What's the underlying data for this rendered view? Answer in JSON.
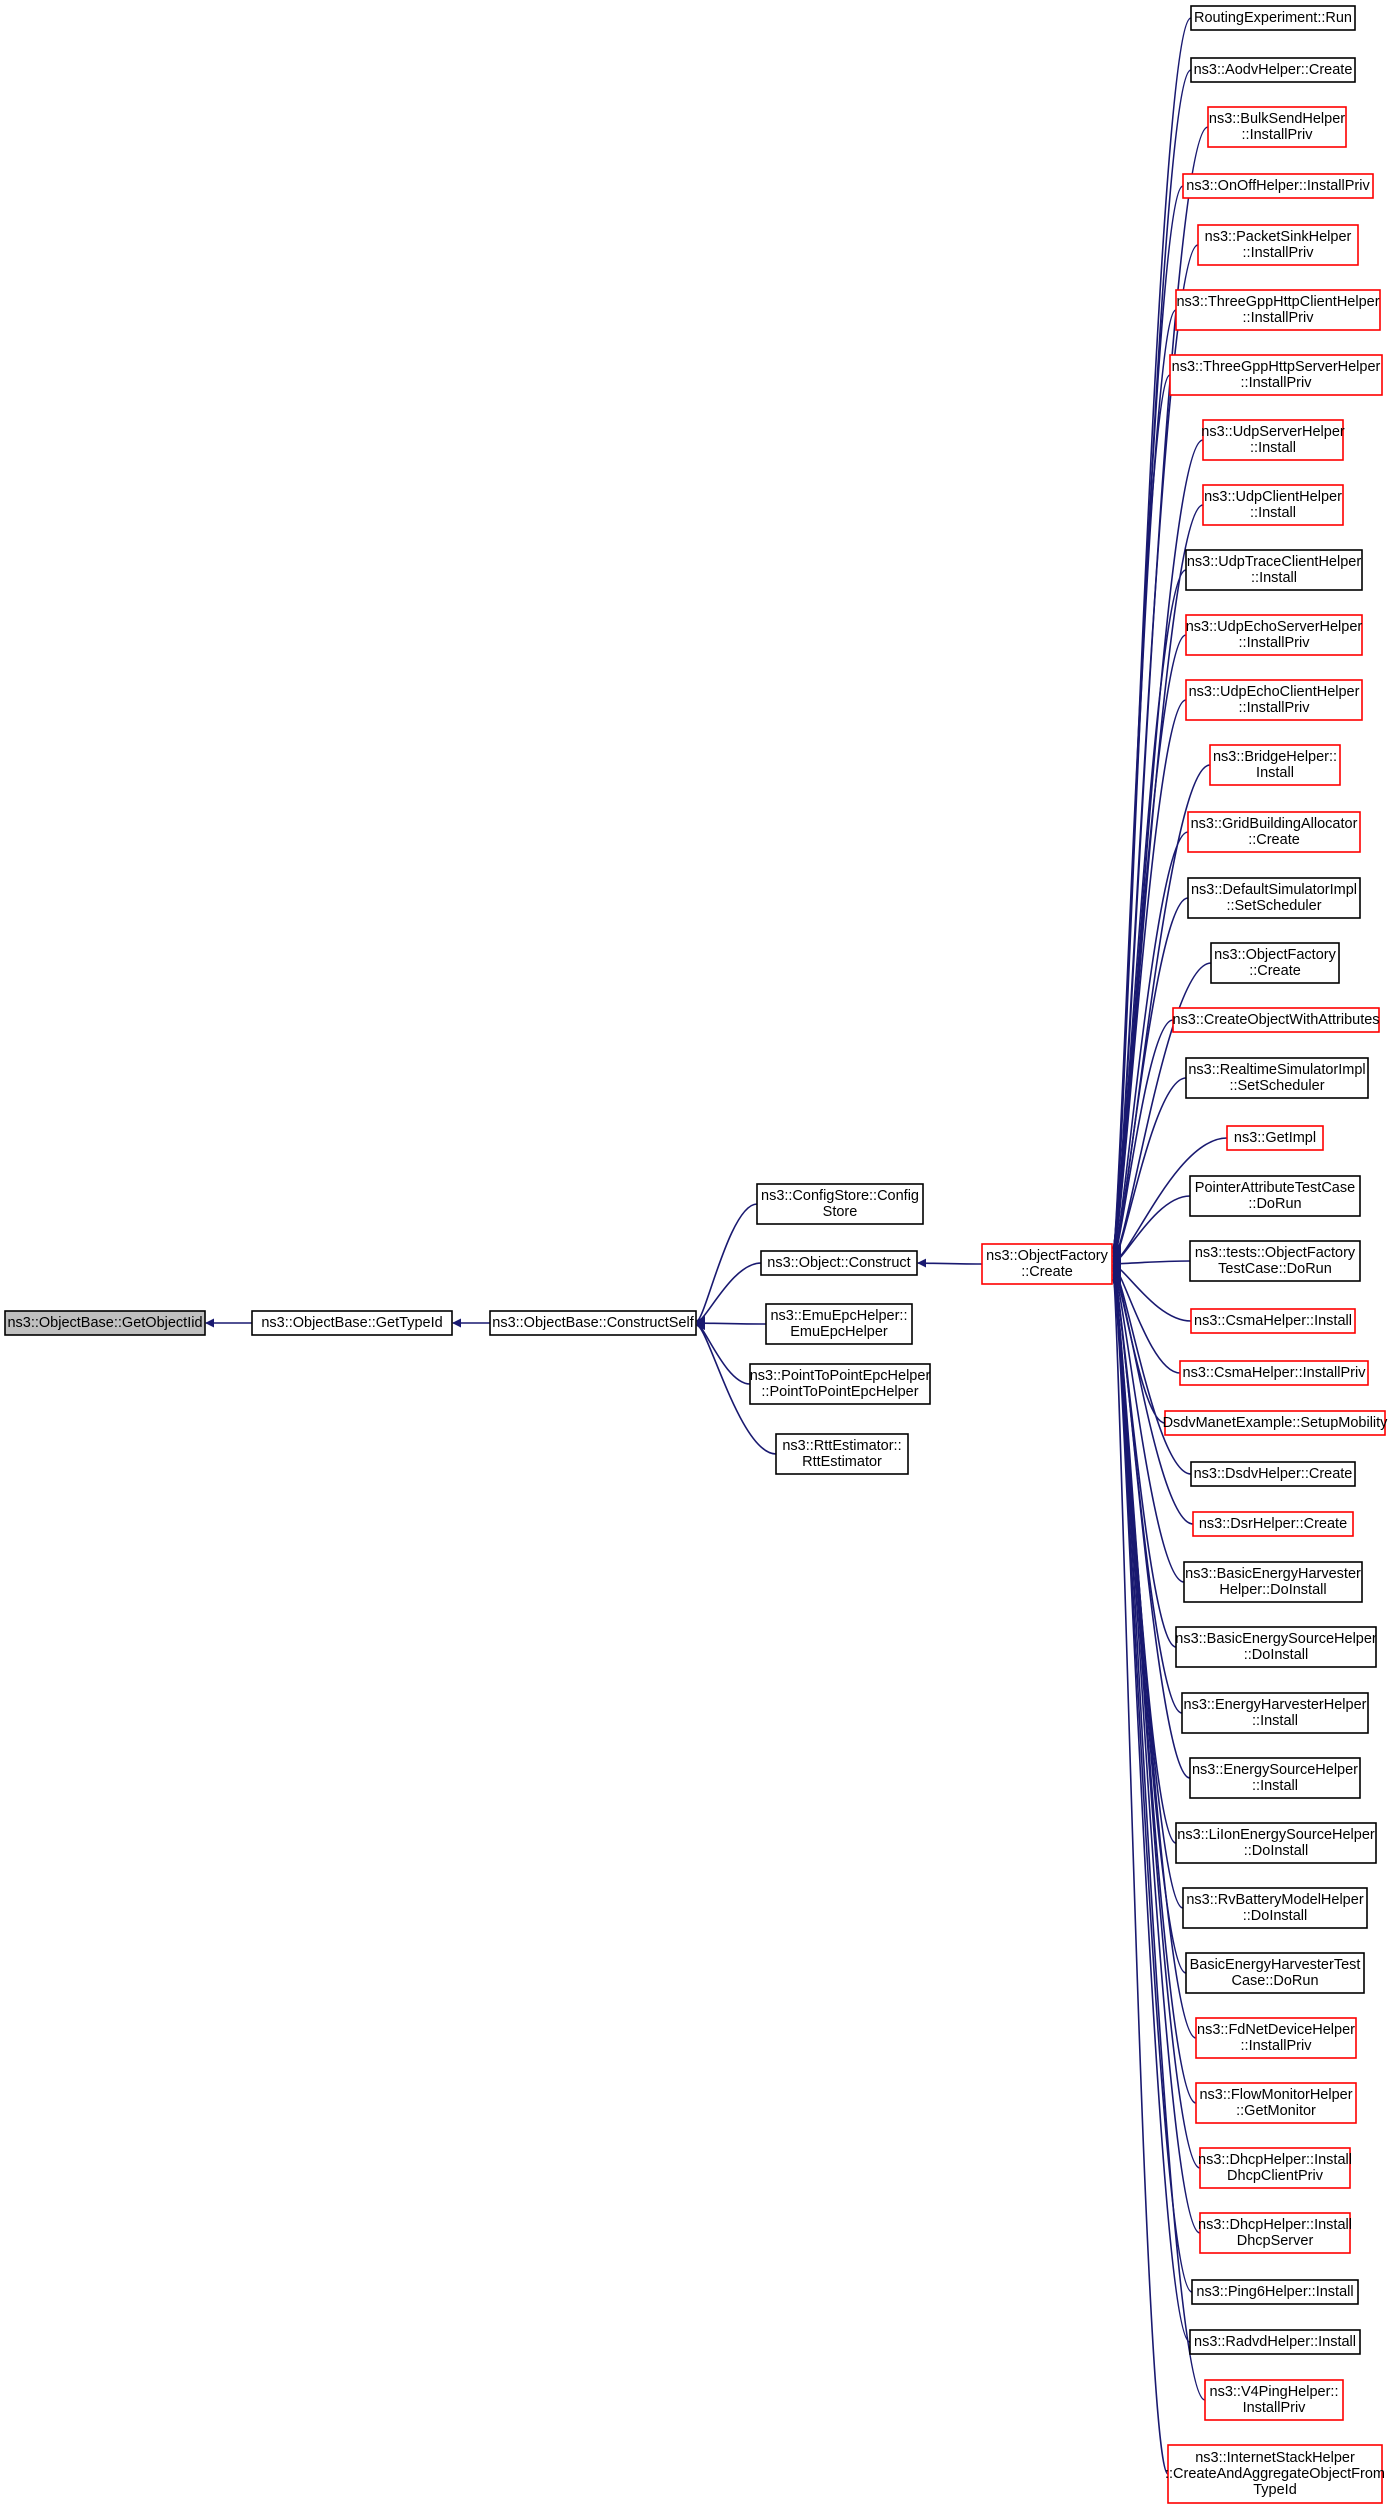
{
  "colors": {
    "edge": "#191970",
    "arrowhead": "#191970",
    "node_border_black": "#000000",
    "node_border_red": "#ff0000",
    "node_fill": "#ffffff",
    "focus_node_fill": "#bfbfbf"
  },
  "nodes": [
    {
      "id": "getobjectiid",
      "lines": [
        "ns3::ObjectBase::GetObjectIid"
      ],
      "style": "focus"
    },
    {
      "id": "gettypeid",
      "lines": [
        "ns3::ObjectBase::GetTypeId"
      ],
      "style": "black"
    },
    {
      "id": "constructself",
      "lines": [
        "ns3::ObjectBase::ConstructSelf"
      ],
      "style": "black"
    },
    {
      "id": "configstore",
      "lines": [
        "ns3::ConfigStore::Config",
        "Store"
      ],
      "style": "black"
    },
    {
      "id": "objectconstruct",
      "lines": [
        "ns3::Object::Construct"
      ],
      "style": "black"
    },
    {
      "id": "emuepc",
      "lines": [
        "ns3::EmuEpcHelper::",
        "EmuEpcHelper"
      ],
      "style": "black"
    },
    {
      "id": "p2pepc",
      "lines": [
        "ns3::PointToPointEpcHelper",
        "::PointToPointEpcHelper"
      ],
      "style": "black"
    },
    {
      "id": "rttest",
      "lines": [
        "ns3::RttEstimator::",
        "RttEstimator"
      ],
      "style": "black"
    },
    {
      "id": "ofcreate",
      "lines": [
        "ns3::ObjectFactory",
        "::Create"
      ],
      "style": "red"
    },
    {
      "id": "c0",
      "lines": [
        "RoutingExperiment::Run"
      ],
      "style": "black"
    },
    {
      "id": "c1",
      "lines": [
        "ns3::AodvHelper::Create"
      ],
      "style": "black"
    },
    {
      "id": "c2",
      "lines": [
        "ns3::BulkSendHelper",
        "::InstallPriv"
      ],
      "style": "red"
    },
    {
      "id": "c3",
      "lines": [
        "ns3::OnOffHelper::InstallPriv"
      ],
      "style": "red"
    },
    {
      "id": "c4",
      "lines": [
        "ns3::PacketSinkHelper",
        "::InstallPriv"
      ],
      "style": "red"
    },
    {
      "id": "c5",
      "lines": [
        "ns3::ThreeGppHttpClientHelper",
        "::InstallPriv"
      ],
      "style": "red"
    },
    {
      "id": "c6",
      "lines": [
        "ns3::ThreeGppHttpServerHelper",
        "::InstallPriv"
      ],
      "style": "red"
    },
    {
      "id": "c7",
      "lines": [
        "ns3::UdpServerHelper",
        "::Install"
      ],
      "style": "red"
    },
    {
      "id": "c8",
      "lines": [
        "ns3::UdpClientHelper",
        "::Install"
      ],
      "style": "red"
    },
    {
      "id": "c9",
      "lines": [
        "ns3::UdpTraceClientHelper",
        "::Install"
      ],
      "style": "black"
    },
    {
      "id": "c10",
      "lines": [
        "ns3::UdpEchoServerHelper",
        "::InstallPriv"
      ],
      "style": "red"
    },
    {
      "id": "c11",
      "lines": [
        "ns3::UdpEchoClientHelper",
        "::InstallPriv"
      ],
      "style": "red"
    },
    {
      "id": "c12",
      "lines": [
        "ns3::BridgeHelper::",
        "Install"
      ],
      "style": "red"
    },
    {
      "id": "c13",
      "lines": [
        "ns3::GridBuildingAllocator",
        "::Create"
      ],
      "style": "red"
    },
    {
      "id": "c14",
      "lines": [
        "ns3::DefaultSimulatorImpl",
        "::SetScheduler"
      ],
      "style": "black"
    },
    {
      "id": "c15",
      "lines": [
        "ns3::ObjectFactory",
        "::Create"
      ],
      "style": "black"
    },
    {
      "id": "c16",
      "lines": [
        "ns3::CreateObjectWithAttributes"
      ],
      "style": "red"
    },
    {
      "id": "c17",
      "lines": [
        "ns3::RealtimeSimulatorImpl",
        "::SetScheduler"
      ],
      "style": "black"
    },
    {
      "id": "c18",
      "lines": [
        "ns3::GetImpl"
      ],
      "style": "red"
    },
    {
      "id": "c19",
      "lines": [
        "PointerAttributeTestCase",
        "::DoRun"
      ],
      "style": "black"
    },
    {
      "id": "c20",
      "lines": [
        "ns3::tests::ObjectFactory",
        "TestCase::DoRun"
      ],
      "style": "black"
    },
    {
      "id": "c21",
      "lines": [
        "ns3::CsmaHelper::Install"
      ],
      "style": "red"
    },
    {
      "id": "c22",
      "lines": [
        "ns3::CsmaHelper::InstallPriv"
      ],
      "style": "red"
    },
    {
      "id": "c23",
      "lines": [
        "DsdvManetExample::SetupMobility"
      ],
      "style": "red"
    },
    {
      "id": "c24",
      "lines": [
        "ns3::DsdvHelper::Create"
      ],
      "style": "black"
    },
    {
      "id": "c25",
      "lines": [
        "ns3::DsrHelper::Create"
      ],
      "style": "red"
    },
    {
      "id": "c26",
      "lines": [
        "ns3::BasicEnergyHarvester",
        "Helper::DoInstall"
      ],
      "style": "black"
    },
    {
      "id": "c27",
      "lines": [
        "ns3::BasicEnergySourceHelper",
        "::DoInstall"
      ],
      "style": "black"
    },
    {
      "id": "c28",
      "lines": [
        "ns3::EnergyHarvesterHelper",
        "::Install"
      ],
      "style": "black"
    },
    {
      "id": "c29",
      "lines": [
        "ns3::EnergySourceHelper",
        "::Install"
      ],
      "style": "black"
    },
    {
      "id": "c30",
      "lines": [
        "ns3::LiIonEnergySourceHelper",
        "::DoInstall"
      ],
      "style": "black"
    },
    {
      "id": "c31",
      "lines": [
        "ns3::RvBatteryModelHelper",
        "::DoInstall"
      ],
      "style": "black"
    },
    {
      "id": "c32",
      "lines": [
        "BasicEnergyHarvesterTest",
        "Case::DoRun"
      ],
      "style": "black"
    },
    {
      "id": "c33",
      "lines": [
        "ns3::FdNetDeviceHelper",
        "::InstallPriv"
      ],
      "style": "red"
    },
    {
      "id": "c34",
      "lines": [
        "ns3::FlowMonitorHelper",
        "::GetMonitor"
      ],
      "style": "red"
    },
    {
      "id": "c35",
      "lines": [
        "ns3::DhcpHelper::Install",
        "DhcpClientPriv"
      ],
      "style": "red"
    },
    {
      "id": "c36",
      "lines": [
        "ns3::DhcpHelper::Install",
        "DhcpServer"
      ],
      "style": "red"
    },
    {
      "id": "c37",
      "lines": [
        "ns3::Ping6Helper::Install"
      ],
      "style": "black"
    },
    {
      "id": "c38",
      "lines": [
        "ns3::RadvdHelper::Install"
      ],
      "style": "black"
    },
    {
      "id": "c39",
      "lines": [
        "ns3::V4PingHelper::",
        "InstallPriv"
      ],
      "style": "red"
    },
    {
      "id": "c40",
      "lines": [
        "ns3::InternetStackHelper",
        "::CreateAndAggregateObjectFrom",
        "TypeId"
      ],
      "style": "red"
    }
  ],
  "edges": [
    {
      "from": "gettypeid",
      "to": "getobjectiid"
    },
    {
      "from": "constructself",
      "to": "gettypeid"
    },
    {
      "from": "configstore",
      "to": "constructself"
    },
    {
      "from": "objectconstruct",
      "to": "constructself"
    },
    {
      "from": "emuepc",
      "to": "constructself"
    },
    {
      "from": "p2pepc",
      "to": "constructself"
    },
    {
      "from": "rttest",
      "to": "constructself"
    },
    {
      "from": "ofcreate",
      "to": "objectconstruct"
    },
    {
      "from": "c0",
      "to": "ofcreate"
    },
    {
      "from": "c1",
      "to": "ofcreate"
    },
    {
      "from": "c2",
      "to": "ofcreate"
    },
    {
      "from": "c3",
      "to": "ofcreate"
    },
    {
      "from": "c4",
      "to": "ofcreate"
    },
    {
      "from": "c5",
      "to": "ofcreate"
    },
    {
      "from": "c6",
      "to": "ofcreate"
    },
    {
      "from": "c7",
      "to": "ofcreate"
    },
    {
      "from": "c8",
      "to": "ofcreate"
    },
    {
      "from": "c9",
      "to": "ofcreate"
    },
    {
      "from": "c10",
      "to": "ofcreate"
    },
    {
      "from": "c11",
      "to": "ofcreate"
    },
    {
      "from": "c12",
      "to": "ofcreate"
    },
    {
      "from": "c13",
      "to": "ofcreate"
    },
    {
      "from": "c14",
      "to": "ofcreate"
    },
    {
      "from": "c15",
      "to": "ofcreate"
    },
    {
      "from": "c16",
      "to": "ofcreate"
    },
    {
      "from": "c17",
      "to": "ofcreate"
    },
    {
      "from": "c18",
      "to": "ofcreate"
    },
    {
      "from": "c19",
      "to": "ofcreate"
    },
    {
      "from": "c20",
      "to": "ofcreate"
    },
    {
      "from": "c21",
      "to": "ofcreate"
    },
    {
      "from": "c22",
      "to": "ofcreate"
    },
    {
      "from": "c23",
      "to": "ofcreate"
    },
    {
      "from": "c24",
      "to": "ofcreate"
    },
    {
      "from": "c25",
      "to": "ofcreate"
    },
    {
      "from": "c26",
      "to": "ofcreate"
    },
    {
      "from": "c27",
      "to": "ofcreate"
    },
    {
      "from": "c28",
      "to": "ofcreate"
    },
    {
      "from": "c29",
      "to": "ofcreate"
    },
    {
      "from": "c30",
      "to": "ofcreate"
    },
    {
      "from": "c31",
      "to": "ofcreate"
    },
    {
      "from": "c32",
      "to": "ofcreate"
    },
    {
      "from": "c33",
      "to": "ofcreate"
    },
    {
      "from": "c34",
      "to": "ofcreate"
    },
    {
      "from": "c35",
      "to": "ofcreate"
    },
    {
      "from": "c36",
      "to": "ofcreate"
    },
    {
      "from": "c37",
      "to": "ofcreate"
    },
    {
      "from": "c38",
      "to": "ofcreate"
    },
    {
      "from": "c39",
      "to": "ofcreate"
    },
    {
      "from": "c40",
      "to": "ofcreate"
    }
  ]
}
